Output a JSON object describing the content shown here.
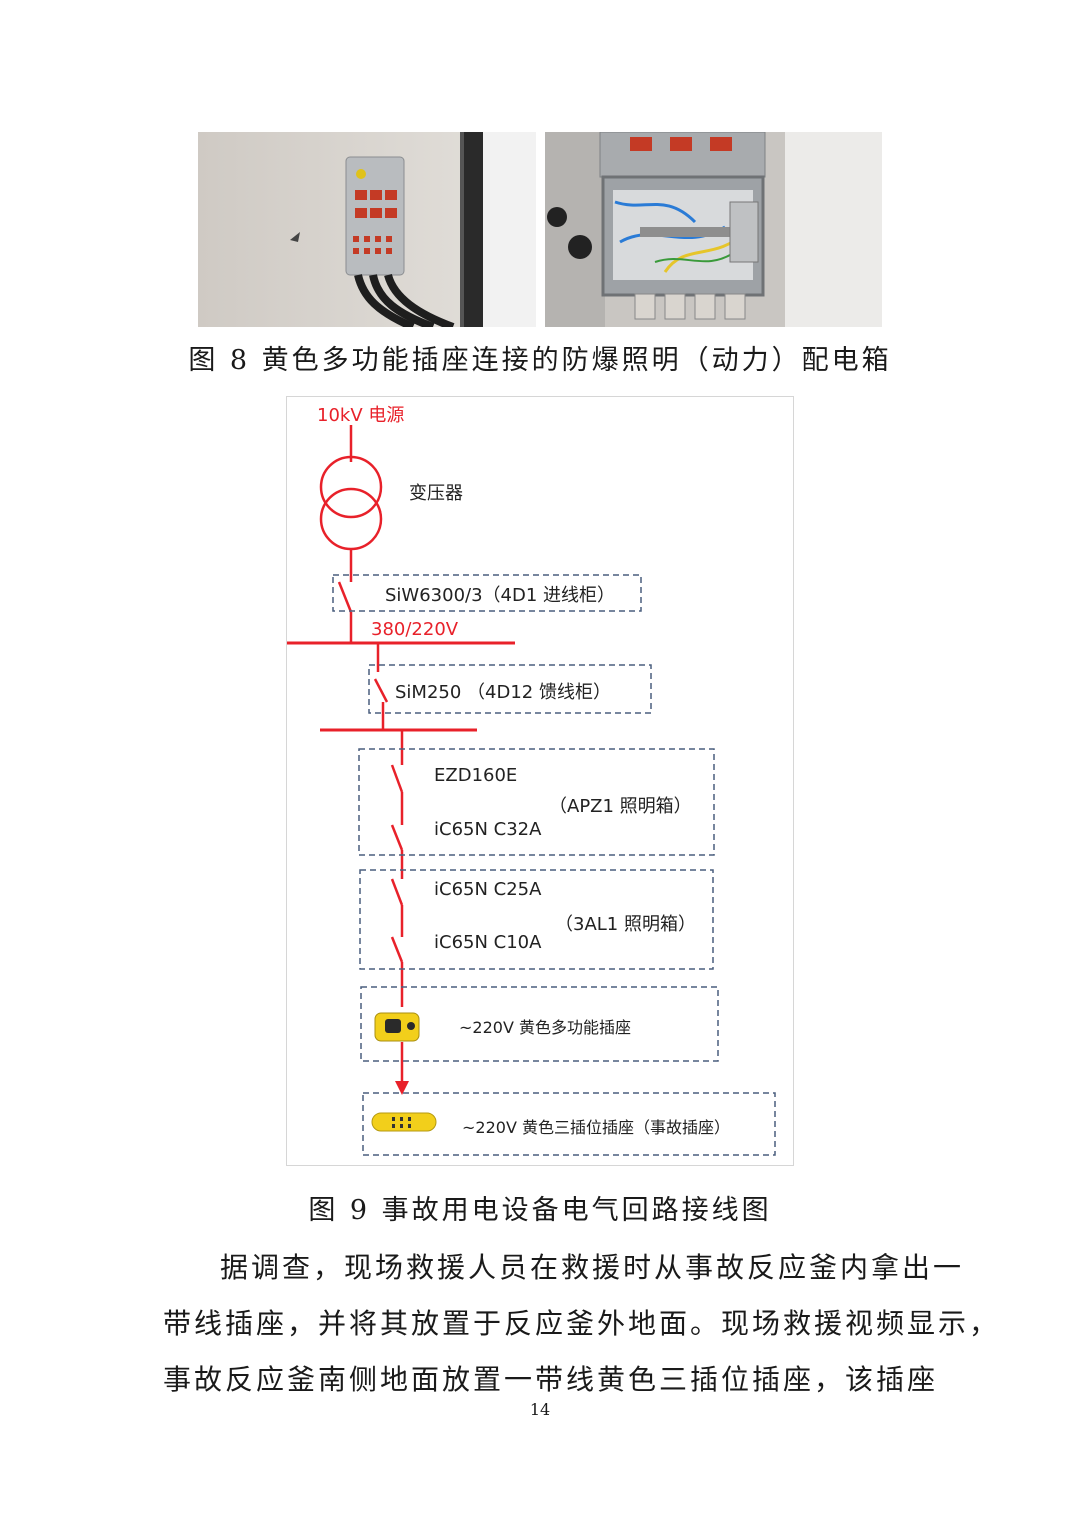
{
  "figure8": {
    "caption": "图 8  黄色多功能插座连接的防爆照明（动力）配电箱"
  },
  "figure9": {
    "caption": "图 9  事故用电设备电气回路接线图",
    "labels": {
      "source": "10kV 电源",
      "transformer": "变压器",
      "incoming_breaker": "SiW6300/3（4D1 进线柜）",
      "bus_voltage": "380/220V",
      "feeder_breaker": "SiM250 （4D12 馈线柜）",
      "apz1_breaker_1": "EZD160E",
      "apz1_box": "（APZ1 照明箱）",
      "apz1_breaker_2": "iC65N C32A",
      "al1_breaker_1": "iC65N C25A",
      "al1_box": "（3AL1 照明箱）",
      "al1_breaker_2": "iC65N C10A",
      "yellow_multi_socket": "~220V  黄色多功能插座",
      "yellow_three_socket": "~220V 黄色三插位插座（事故插座）"
    }
  },
  "body": {
    "paragraph_lines": [
      "据调查，现场救援人员在救援时从事故反应釜内拿出一",
      "带线插座，并将其放置于反应釜外地面。现场救援视频显示，",
      "事故反应釜南侧地面放置一带线黄色三插位插座，该插座"
    ]
  },
  "page_number": "14"
}
